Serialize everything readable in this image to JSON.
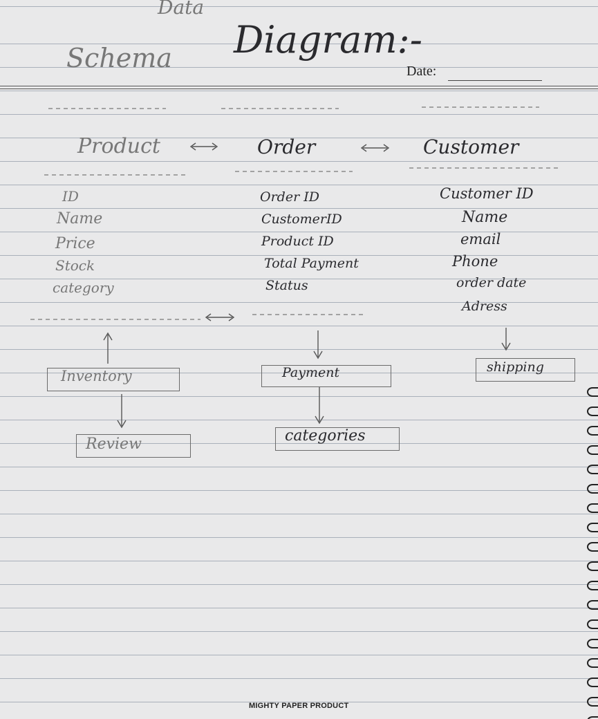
{
  "heading": {
    "word1": "Data",
    "word2": "Schema",
    "word3": "Diagram:-",
    "date_label": "Date:"
  },
  "entities": {
    "product": {
      "title": "Product",
      "fields": [
        "ID",
        "Name",
        "Price",
        "Stock",
        "category"
      ]
    },
    "order": {
      "title": "Order",
      "fields": [
        "Order ID",
        "CustomerID",
        "Product ID",
        "Total Payment",
        "Status"
      ]
    },
    "customer": {
      "title": "Customer",
      "fields": [
        "Customer ID",
        "Name",
        "email",
        "Phone",
        "order date",
        "Adress"
      ]
    }
  },
  "secondary": {
    "inventory": "Inventory",
    "payment": "Payment",
    "shipping": "shipping",
    "review": "Review",
    "categories": "categories"
  },
  "footer": {
    "brand": "MIGHTY",
    "rest": "PAPER PRODUCT"
  }
}
